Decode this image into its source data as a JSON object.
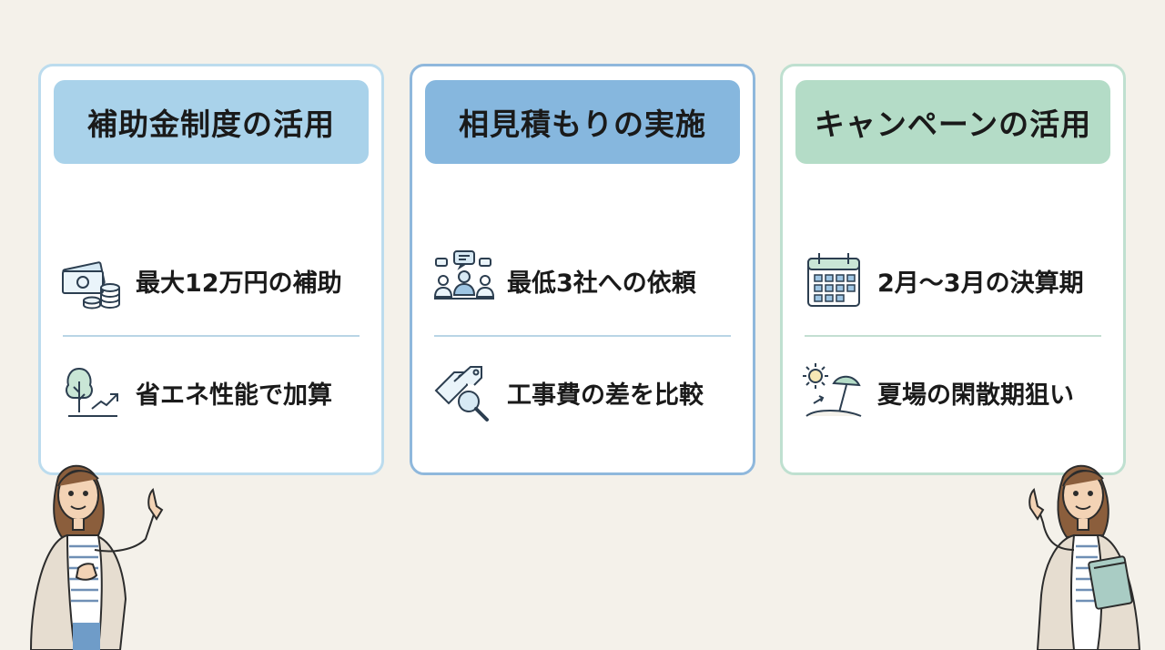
{
  "cards": [
    {
      "title": "補助金制度の活用",
      "items": [
        {
          "icon": "money-coins-icon",
          "text": "最大12万円の補助"
        },
        {
          "icon": "tree-growth-icon",
          "text": "省エネ性能で加算"
        }
      ]
    },
    {
      "title": "相見積もりの実施",
      "items": [
        {
          "icon": "group-meeting-icon",
          "text": "最低3社への依頼"
        },
        {
          "icon": "price-tag-search-icon",
          "text": "工事費の差を比較"
        }
      ]
    },
    {
      "title": "キャンペーンの活用",
      "items": [
        {
          "icon": "calendar-icon",
          "text": "2月〜3月の決算期"
        },
        {
          "icon": "beach-umbrella-icon",
          "text": "夏場の閑散期狙い"
        }
      ]
    }
  ],
  "colors": {
    "background": "#f4f1ea",
    "card1_header": "#a9d2ea",
    "card2_header": "#86b7de",
    "card3_header": "#b4dcc7"
  }
}
